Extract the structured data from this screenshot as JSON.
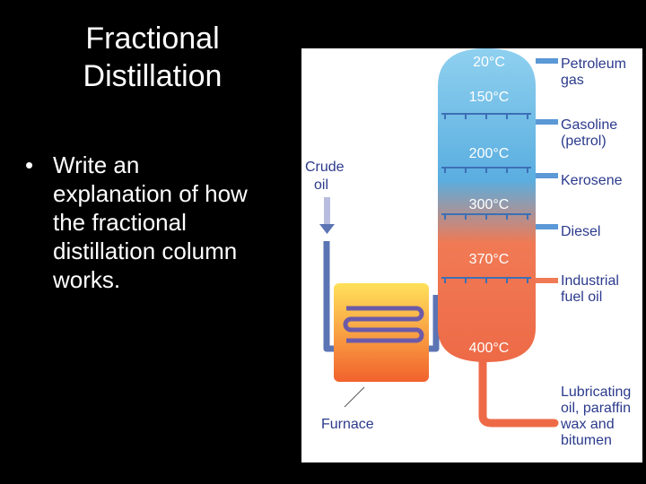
{
  "slide": {
    "title_lines": [
      "Fractional",
      "Distillation"
    ],
    "bullet_symbol": "•",
    "bullet_lines": [
      "Write an",
      "explanation of how",
      "the fractional",
      "distillation column",
      "works."
    ]
  },
  "diagram": {
    "input_label_lines": [
      "Crude",
      "oil"
    ],
    "furnace_label": "Furnace",
    "temperatures": [
      "20°C",
      "150°C",
      "200°C",
      "300°C",
      "370°C",
      "400°C"
    ],
    "fractions": [
      {
        "lines": [
          "Petroleum",
          "gas"
        ]
      },
      {
        "lines": [
          "Gasoline",
          "(petrol)"
        ]
      },
      {
        "lines": [
          "Kerosene"
        ]
      },
      {
        "lines": [
          "Diesel"
        ]
      },
      {
        "lines": [
          "Industrial",
          "fuel oil"
        ]
      },
      {
        "lines": [
          "Lubricating",
          "oil, paraffin",
          "wax and",
          "bitumen"
        ]
      }
    ],
    "colors": {
      "column_top": "#8fd0ef",
      "column_mid": "#5aaee0",
      "column_low": "#f07a55",
      "column_bottom": "#ee6a47",
      "pipe": "#5b74b3",
      "furnace_top": "#ffe15a",
      "furnace_bottom": "#f2622d",
      "coil": "#6c5aa8",
      "label": "#2b3a8c"
    }
  }
}
